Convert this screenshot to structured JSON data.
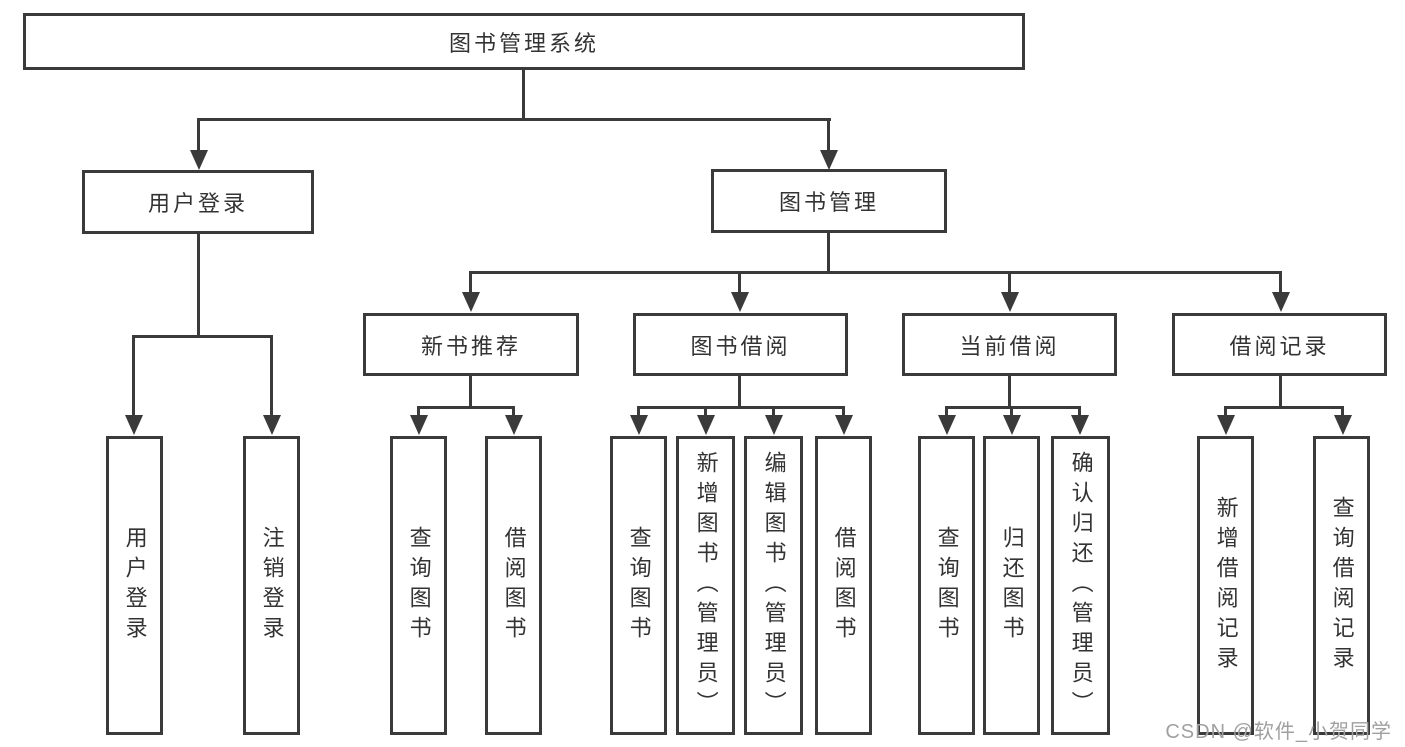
{
  "tree": {
    "label": "图书管理系统",
    "children": [
      {
        "label": "用户登录",
        "children": [
          {
            "label": "用户登录"
          },
          {
            "label": "注销登录"
          }
        ]
      },
      {
        "label": "图书管理",
        "children": [
          {
            "label": "新书推荐",
            "children": [
              {
                "label": "查询图书"
              },
              {
                "label": "借阅图书"
              }
            ]
          },
          {
            "label": "图书借阅",
            "children": [
              {
                "label": "查询图书"
              },
              {
                "label": "新增图书（管理员）"
              },
              {
                "label": "编辑图书（管理员）"
              },
              {
                "label": "借阅图书"
              }
            ]
          },
          {
            "label": "当前借阅",
            "children": [
              {
                "label": "查询图书"
              },
              {
                "label": "归还图书"
              },
              {
                "label": "确认归还（管理员）"
              }
            ]
          },
          {
            "label": "借阅记录",
            "children": [
              {
                "label": "新增借阅记录"
              },
              {
                "label": "查询借阅记录"
              }
            ]
          }
        ]
      }
    ]
  },
  "watermark": {
    "text": "CSDN @软件_小贺同学"
  },
  "colors": {
    "line": "#3a3a3a",
    "text": "#333333",
    "watermark": "#a0a0a0",
    "background": "#ffffff"
  }
}
